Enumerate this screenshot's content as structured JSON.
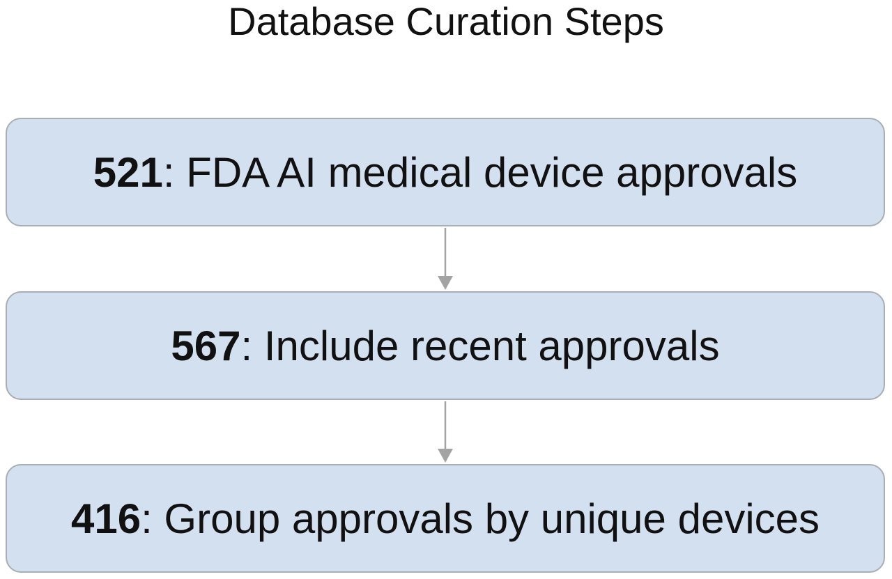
{
  "title": "Database Curation Steps",
  "steps": [
    {
      "count": "521",
      "separator": ":",
      "label": " FDA AI medical device approvals"
    },
    {
      "count": "567",
      "separator": ":",
      "label": " Include recent approvals"
    },
    {
      "count": "416",
      "separator": ":",
      "label": " Group approvals by unique devices"
    }
  ],
  "colors": {
    "box_fill": "#d3e0f0",
    "box_border": "#a9aeb4",
    "arrow": "#a3a3a3",
    "text": "#111111"
  }
}
